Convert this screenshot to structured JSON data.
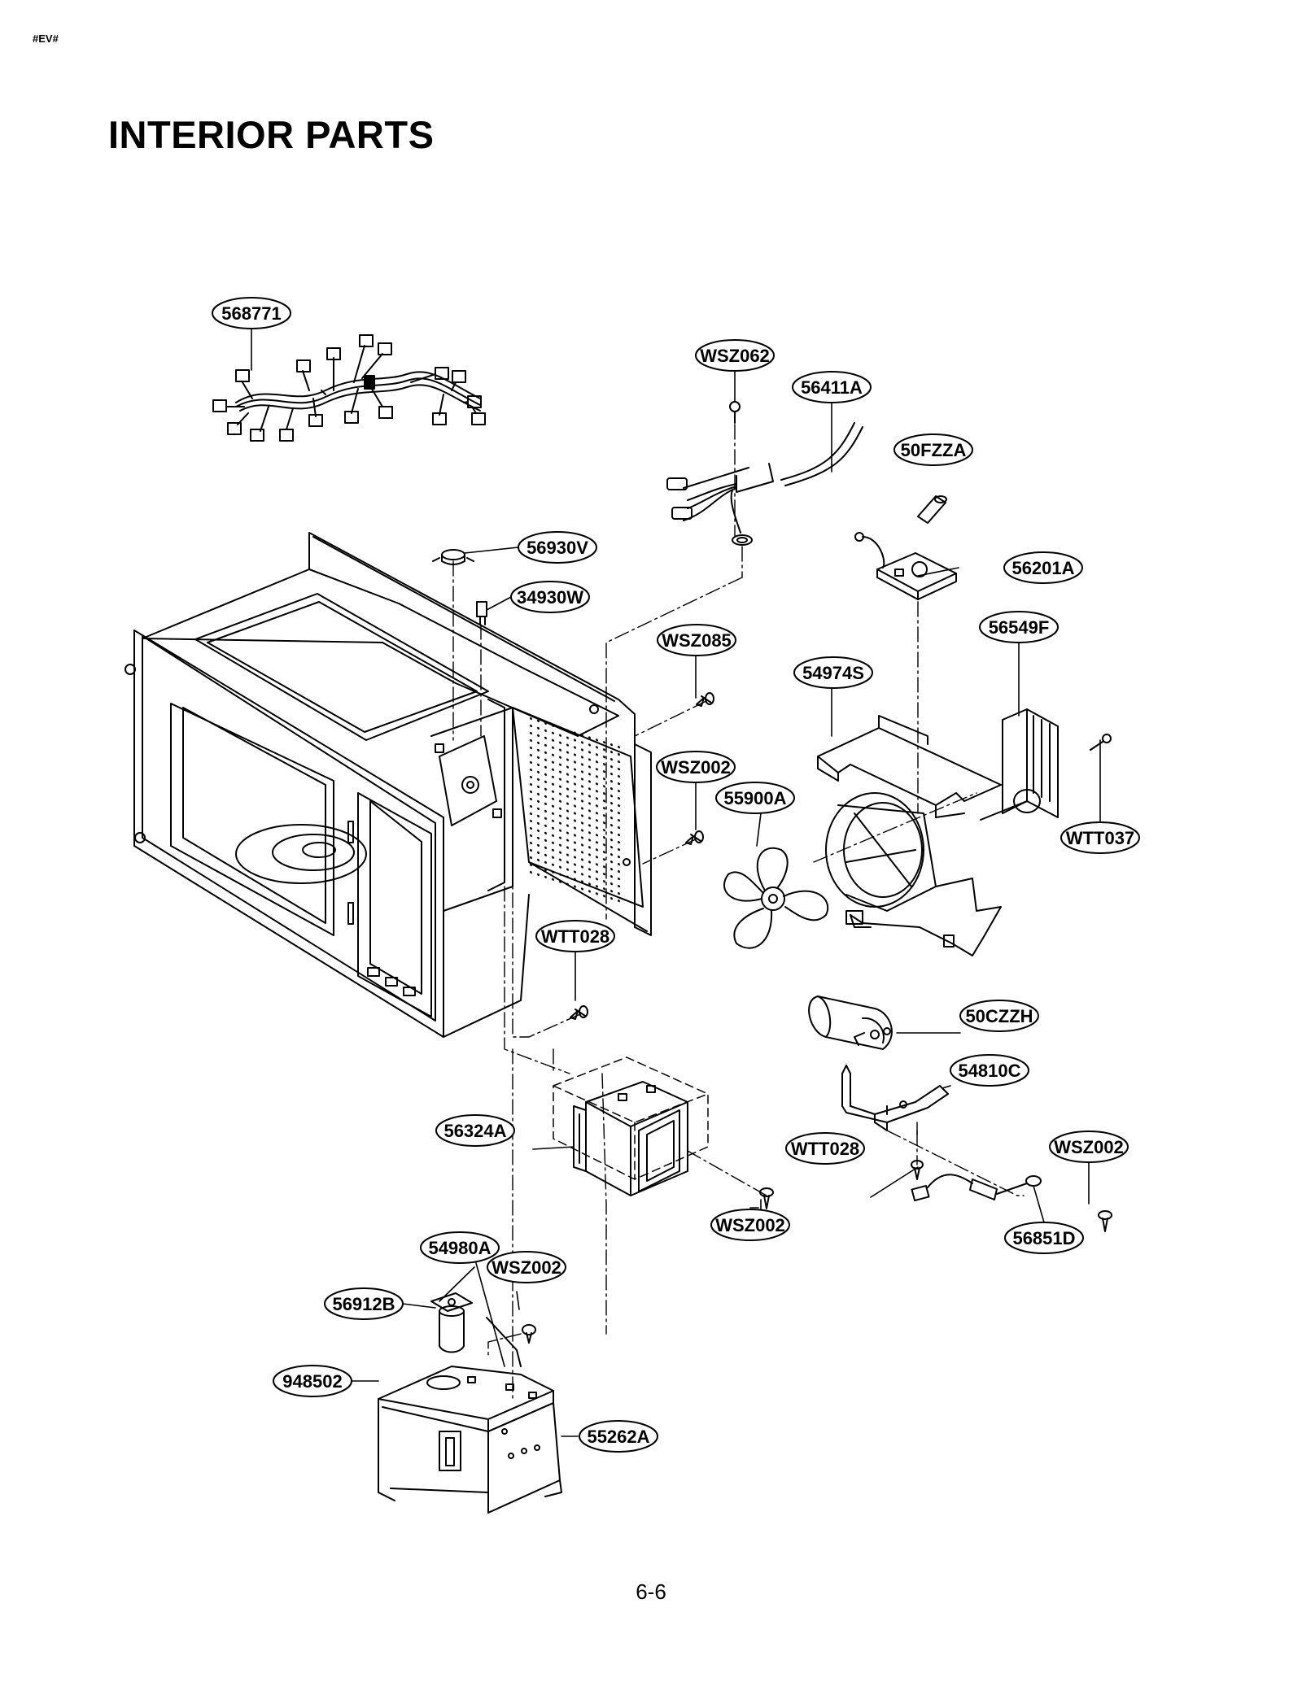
{
  "header": {
    "tag": "#EV#",
    "title": "INTERIOR PARTS",
    "page_number": "6-6"
  },
  "parts": [
    {
      "id": "568771",
      "name": "wire-harness"
    },
    {
      "id": "WSZ062",
      "name": "screw"
    },
    {
      "id": "56411A",
      "name": "power-cord"
    },
    {
      "id": "50FZZA",
      "name": "fuse"
    },
    {
      "id": "56201A",
      "name": "noise-filter"
    },
    {
      "id": "56930V",
      "name": "thermostat"
    },
    {
      "id": "34930W",
      "name": "lamp"
    },
    {
      "id": "WSZ085",
      "name": "screw"
    },
    {
      "id": "56549F",
      "name": "fan-motor"
    },
    {
      "id": "54974S",
      "name": "fan-bracket"
    },
    {
      "id": "WSZ002",
      "name": "screw"
    },
    {
      "id": "55900A",
      "name": "fan-blade"
    },
    {
      "id": "WTT037",
      "name": "screw"
    },
    {
      "id": "WTT028",
      "name": "screw"
    },
    {
      "id": "50CZZH",
      "name": "capacitor"
    },
    {
      "id": "54810C",
      "name": "capacitor-bracket"
    },
    {
      "id": "56324A",
      "name": "magnetron"
    },
    {
      "id": "WTT028",
      "name": "screw"
    },
    {
      "id": "WSZ002",
      "name": "screw"
    },
    {
      "id": "WSZ002",
      "name": "screw"
    },
    {
      "id": "56851D",
      "name": "diode"
    },
    {
      "id": "54980A",
      "name": "coupler"
    },
    {
      "id": "WSZ002",
      "name": "screw"
    },
    {
      "id": "56912B",
      "name": "turntable-motor"
    },
    {
      "id": "948502",
      "name": "bracket"
    },
    {
      "id": "55262A",
      "name": "transformer-cover"
    }
  ]
}
